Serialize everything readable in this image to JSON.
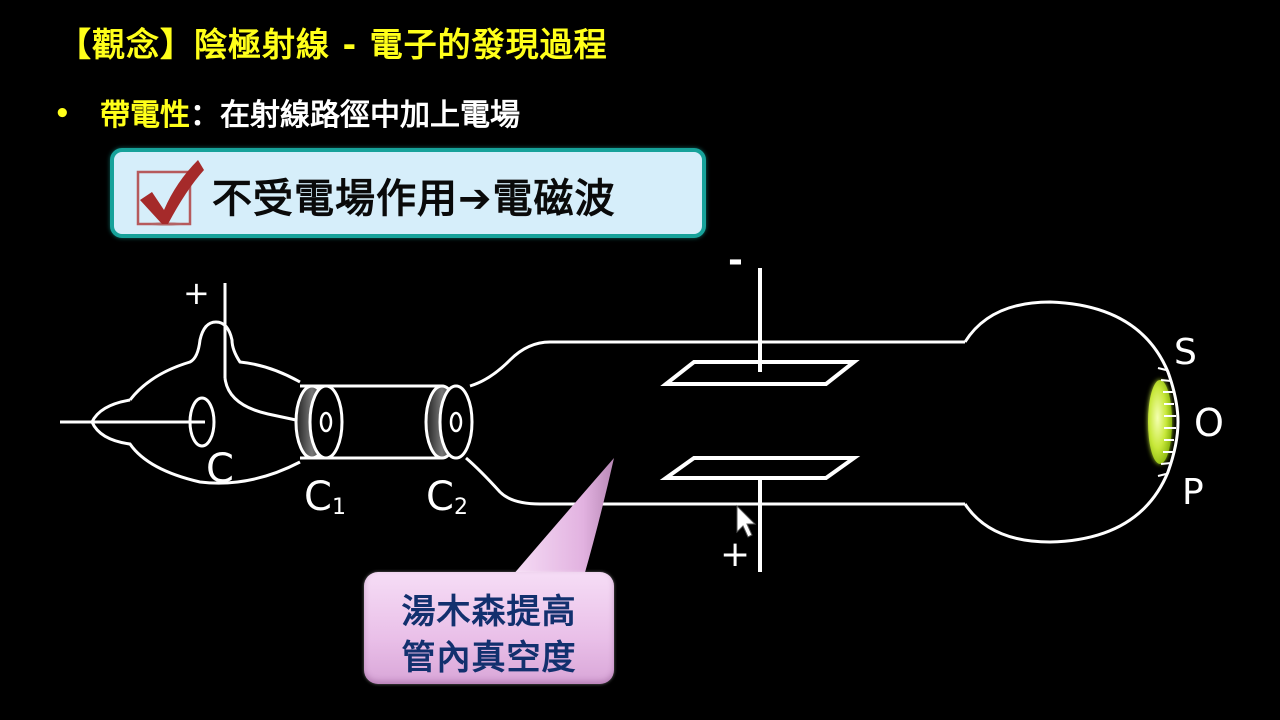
{
  "slide": {
    "title": "【觀念】陰極射線 - 電子的發現過程",
    "bullet": {
      "marker": "•",
      "key": "帶電性",
      "separator": "：",
      "text": "在射線路徑中加上電場"
    },
    "answer_box": {
      "icon": "checkmark-icon",
      "text": "不受電場作用➔電磁波"
    },
    "diagram": {
      "labels": {
        "anode_sign": "+",
        "cathode": "C",
        "collimator1_letter": "C",
        "collimator1_sub": "1",
        "collimator2_letter": "C",
        "collimator2_sub": "2",
        "top_plate_sign": "-",
        "bottom_plate_sign": "+",
        "screen_top": "S",
        "screen_center": "O",
        "screen_bottom": "P"
      },
      "colors": {
        "beam": "#9ccf12",
        "spot": "#d8f060",
        "lines": "#ffffff"
      }
    },
    "callout": {
      "line1": "湯木森提高",
      "line2": "管內真空度"
    },
    "colors": {
      "title": "#ffff1a",
      "answer_border": "#17a29a",
      "answer_bg": "#d6eefa",
      "check": "#a52a2a",
      "callout_text": "#12306e"
    }
  }
}
